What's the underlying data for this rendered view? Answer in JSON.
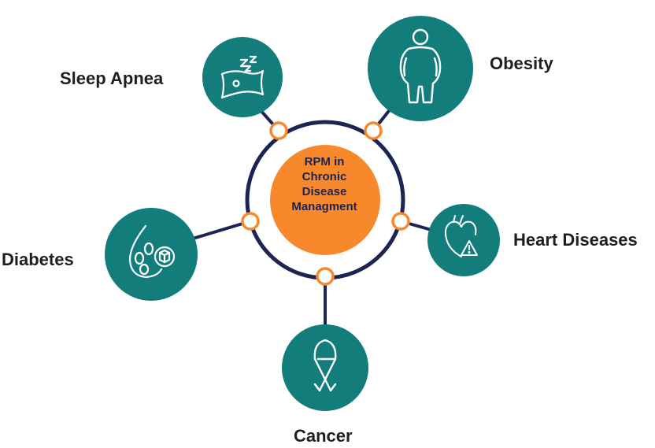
{
  "center": {
    "lines": [
      "RPM in",
      "Chronic",
      "Disease",
      "Managment"
    ]
  },
  "nodes": {
    "sleep_apnea": {
      "label": "Sleep Apnea",
      "icon": "sleeping-pillow-icon"
    },
    "obesity": {
      "label": "Obesity",
      "icon": "obese-person-icon"
    },
    "heart": {
      "label": "Heart Diseases",
      "icon": "heart-warning-icon"
    },
    "cancer": {
      "label": "Cancer",
      "icon": "awareness-ribbon-icon"
    },
    "diabetes": {
      "label": "Diabetes",
      "icon": "blood-drop-sugar-icon"
    }
  },
  "colors": {
    "teal": "#137d7c",
    "navy": "#1b2452",
    "orange": "#f7882b",
    "connector": "#1b2452",
    "label_text": "#1f1f1f"
  }
}
